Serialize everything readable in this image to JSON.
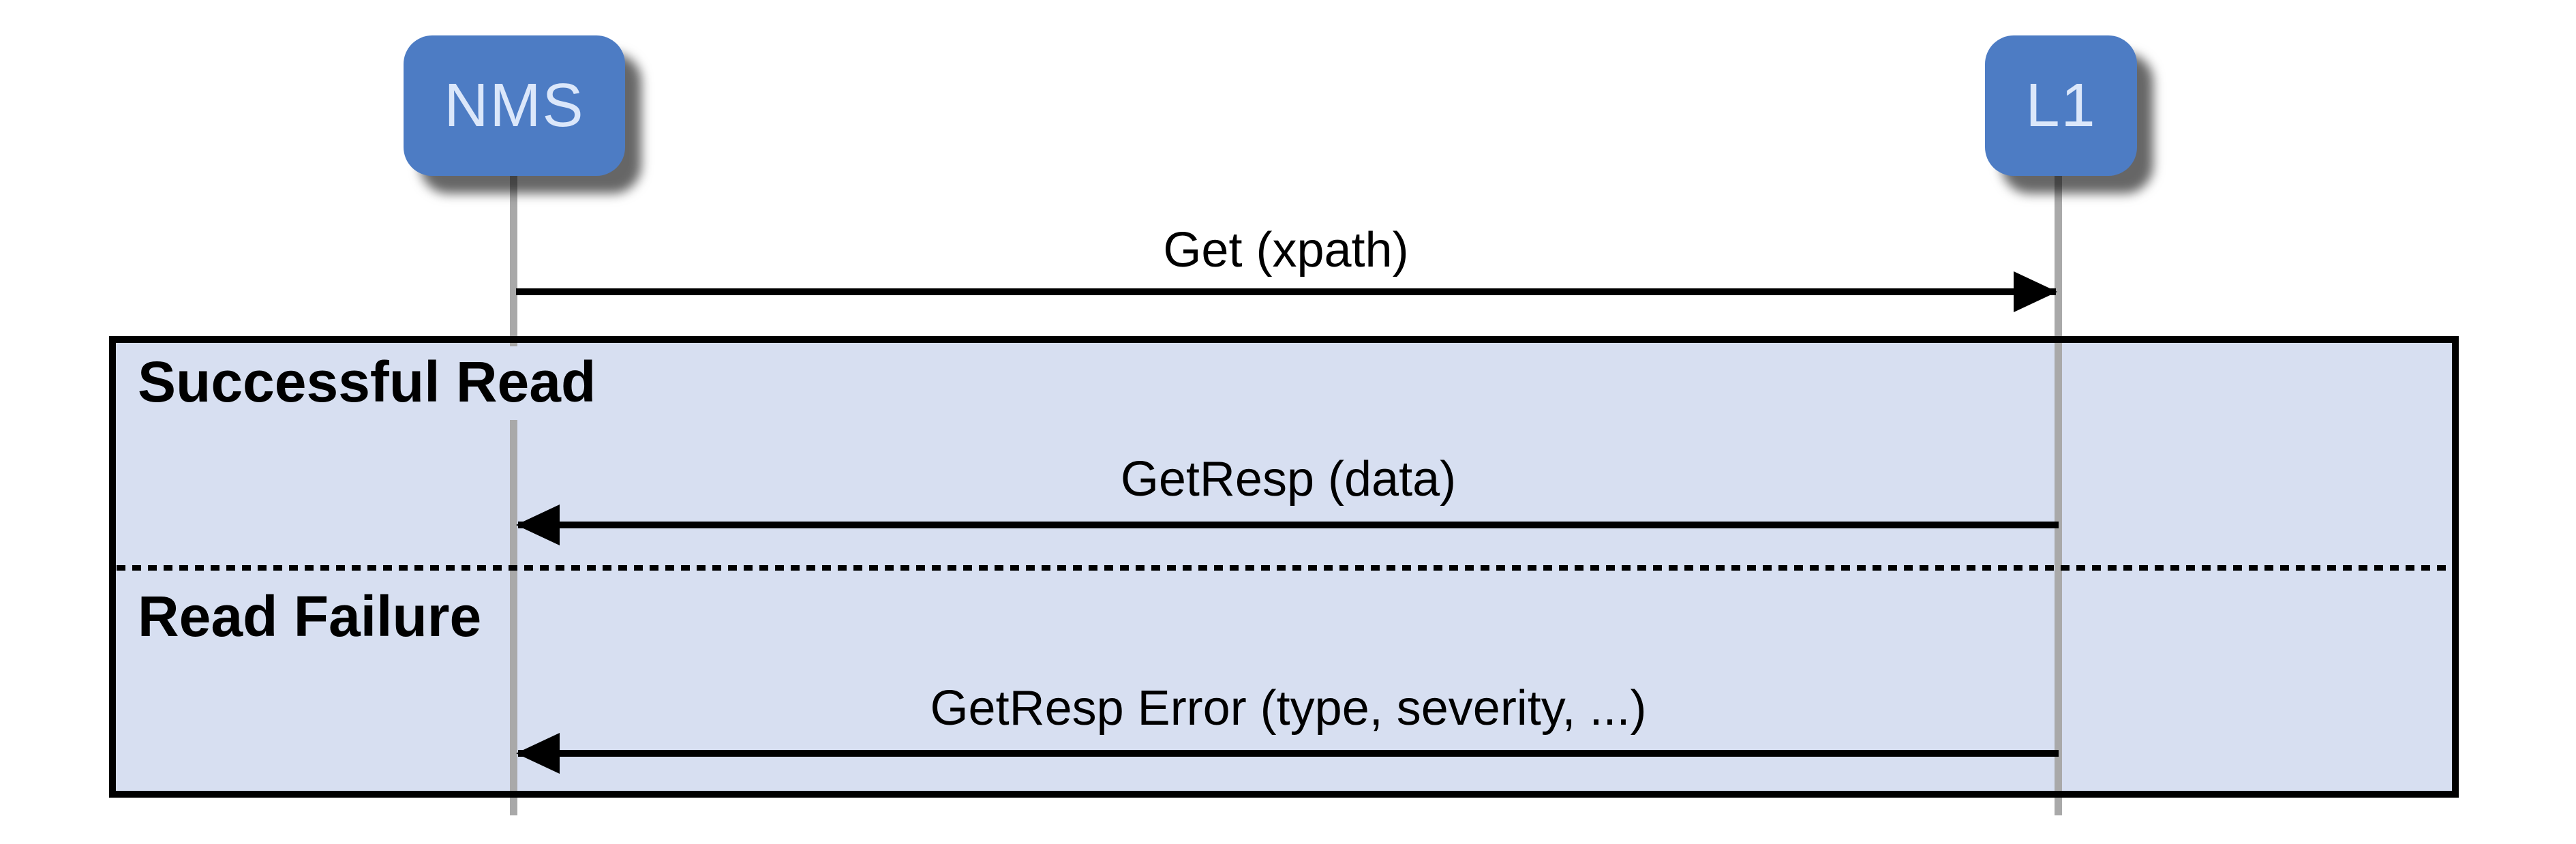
{
  "diagram": {
    "type": "sequence",
    "actors": [
      {
        "name": "NMS"
      },
      {
        "name": "L1"
      }
    ],
    "messages": [
      {
        "label": "Get (xpath)",
        "from": "NMS",
        "to": "L1",
        "direction": "right"
      },
      {
        "label": "GetResp (data)",
        "from": "L1",
        "to": "NMS",
        "direction": "left",
        "section": "Successful Read"
      },
      {
        "label": "GetResp Error (type, severity, ...)",
        "from": "L1",
        "to": "NMS",
        "direction": "left",
        "section": "Read Failure"
      }
    ],
    "frame": {
      "sections": [
        {
          "title": "Successful Read"
        },
        {
          "title": "Read Failure"
        }
      ]
    }
  },
  "colors": {
    "canvas-bg": "#ffffff",
    "actor-fill": "#4d7cc4",
    "actor-text": "#dbe7fa",
    "frame-fill": "#d7dff1",
    "frame-border": "#000000",
    "lifeline": "#a9a9a9",
    "arrow": "#000000"
  }
}
